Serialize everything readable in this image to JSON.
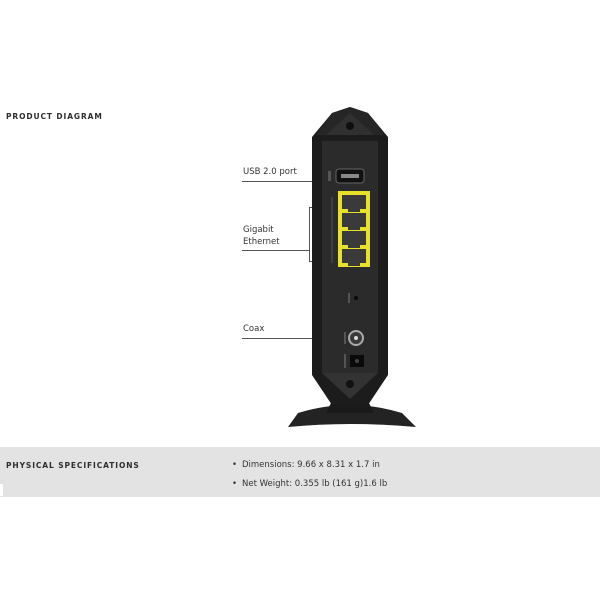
{
  "product_diagram": {
    "title": "PRODUCT DIAGRAM",
    "callouts": [
      {
        "id": "usb",
        "label": "USB 2.0 port"
      },
      {
        "id": "ethernet",
        "label_line1": "Gigabit",
        "label_line2": "Ethernet"
      },
      {
        "id": "coax",
        "label": "Coax"
      }
    ],
    "device": {
      "body_color": "#1c1c1c",
      "panel_color": "#2a2a2a",
      "port_color": "#e8e02a",
      "ethernet_port_count": 4
    }
  },
  "physical_specifications": {
    "title": "PHYSICAL SPECIFICATIONS",
    "items": [
      {
        "text": "Dimensions: 9.66 x 8.31 x 1.7 in"
      },
      {
        "text": "Net Weight: 0.355 lb (161 g)1.6 lb"
      }
    ],
    "background": "#e3e3e3"
  }
}
